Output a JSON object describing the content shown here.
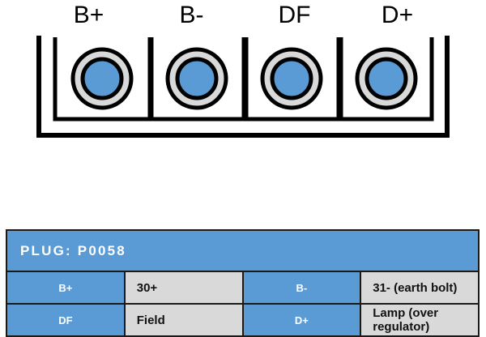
{
  "diagram": {
    "name": "alternator-plug-connector",
    "pin_labels": [
      "B+",
      "B-",
      "DF",
      "D+"
    ],
    "terminal_count": 4,
    "colors": {
      "terminal_fill": "#5B9BD5",
      "terminal_ring": "#D9D9D9",
      "outline": "#000000"
    }
  },
  "table": {
    "header": "PLUG: P0058",
    "header_bg": "#5B9BD5",
    "header_text_color": "#FFFFFF",
    "cell_bg": "#D9D9D9",
    "border_color": "#1A1A1A",
    "rows": [
      [
        {
          "pin": "B+",
          "description": "30+"
        },
        {
          "pin": "B-",
          "description": "31- (earth bolt)"
        }
      ],
      [
        {
          "pin": "DF",
          "description": "Field"
        },
        {
          "pin": "D+",
          "description": "Lamp (over regulator)"
        }
      ]
    ]
  }
}
